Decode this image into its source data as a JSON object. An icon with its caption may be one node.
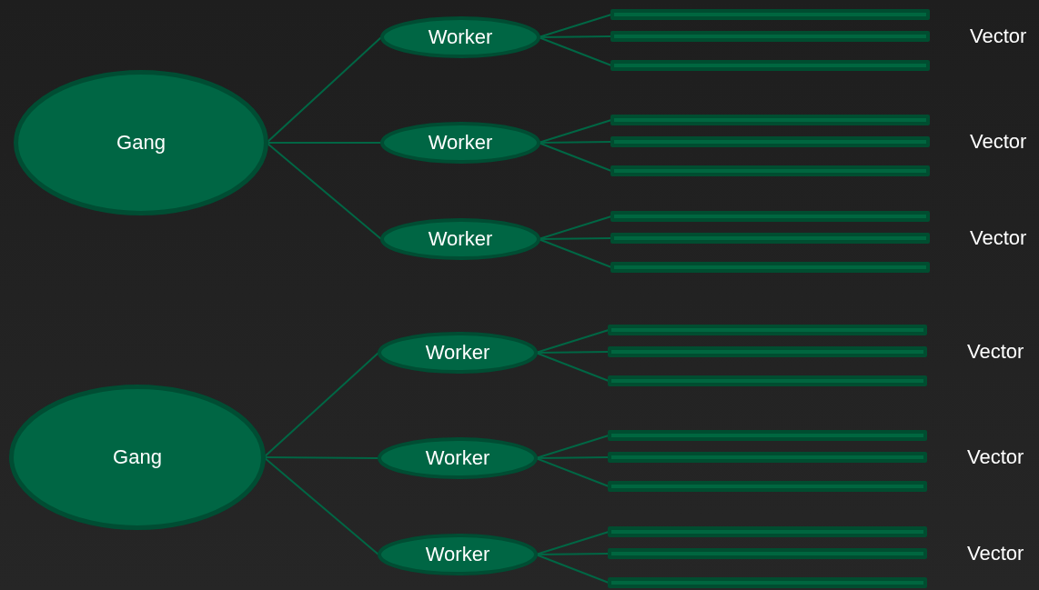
{
  "diagram": {
    "nodes": [
      {
        "text": [
          "Gang"
        ]
      },
      {
        "text": [
          "Worker"
        ]
      },
      {
        "text": [],
        "shape": "bar"
      },
      {
        "text": [],
        "shape": "bar",
        "beside": [
          "Vector"
        ]
      },
      {
        "text": [],
        "shape": "bar"
      },
      {
        "text": [
          "Worker"
        ]
      },
      {
        "text": [],
        "shape": "bar"
      },
      {
        "text": [],
        "shape": "bar",
        "beside": [
          "Vector"
        ]
      },
      {
        "text": [],
        "shape": "bar"
      },
      {
        "text": [
          "Worker"
        ]
      },
      {
        "text": [],
        "shape": "bar"
      },
      {
        "text": [],
        "shape": "bar",
        "beside": [
          "Vector"
        ]
      },
      {
        "text": [],
        "shape": "bar"
      },
      {
        "text": [
          "Gang"
        ]
      },
      {
        "text": [
          "Worker"
        ]
      },
      {
        "text": [],
        "shape": "bar"
      },
      {
        "text": [],
        "shape": "bar",
        "beside": [
          "Vector"
        ]
      },
      {
        "text": [],
        "shape": "bar"
      },
      {
        "text": [
          "Worker"
        ]
      },
      {
        "text": [],
        "shape": "bar"
      },
      {
        "text": [],
        "shape": "bar",
        "beside": [
          "Vector"
        ]
      },
      {
        "text": [],
        "shape": "bar"
      },
      {
        "text": [
          "Worker"
        ]
      },
      {
        "text": [],
        "shape": "bar"
      },
      {
        "text": [],
        "shape": "bar",
        "beside": [
          "Vector"
        ]
      },
      {
        "text": [],
        "shape": "bar"
      }
    ],
    "edges": [
      {
        "from": 0,
        "to": 1,
        "arrow": "none"
      },
      {
        "from": 0,
        "to": 5,
        "arrow": "none"
      },
      {
        "from": 0,
        "to": 9,
        "arrow": "none"
      },
      {
        "from": 1,
        "to": 2,
        "arrow": "none"
      },
      {
        "from": 1,
        "to": 3,
        "arrow": "none"
      },
      {
        "from": 1,
        "to": 4,
        "arrow": "none"
      },
      {
        "from": 5,
        "to": 6,
        "arrow": "none"
      },
      {
        "from": 5,
        "to": 7,
        "arrow": "none"
      },
      {
        "from": 5,
        "to": 8,
        "arrow": "none"
      },
      {
        "from": 9,
        "to": 10,
        "arrow": "none"
      },
      {
        "from": 9,
        "to": 11,
        "arrow": "none"
      },
      {
        "from": 9,
        "to": 12,
        "arrow": "none"
      },
      {
        "from": 13,
        "to": 14,
        "arrow": "none"
      },
      {
        "from": 13,
        "to": 18,
        "arrow": "none"
      },
      {
        "from": 13,
        "to": 22,
        "arrow": "none"
      },
      {
        "from": 14,
        "to": 15,
        "arrow": "none"
      },
      {
        "from": 14,
        "to": 16,
        "arrow": "none"
      },
      {
        "from": 14,
        "to": 17,
        "arrow": "none"
      },
      {
        "from": 18,
        "to": 19,
        "arrow": "none"
      },
      {
        "from": 18,
        "to": 20,
        "arrow": "none"
      },
      {
        "from": 18,
        "to": 21,
        "arrow": "none"
      },
      {
        "from": 22,
        "to": 23,
        "arrow": "none"
      },
      {
        "from": 22,
        "to": 24,
        "arrow": "none"
      },
      {
        "from": 22,
        "to": 25,
        "arrow": "none"
      }
    ]
  }
}
